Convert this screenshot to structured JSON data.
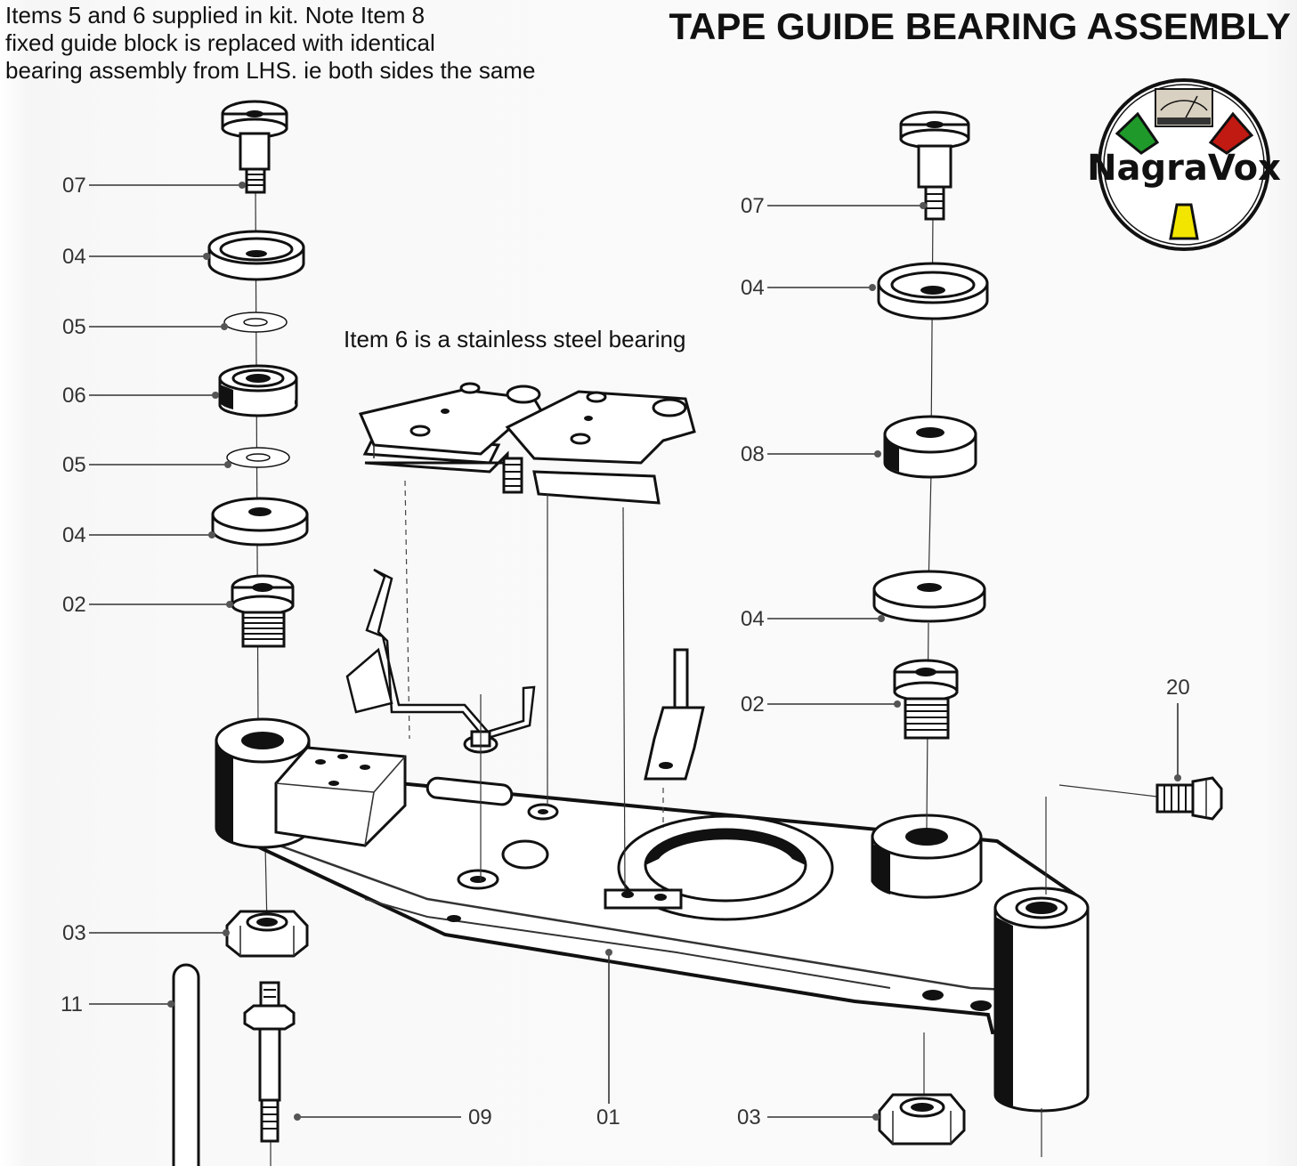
{
  "header": {
    "note_lines": [
      "Items 5 and 6 supplied in kit. Note Item 8",
      "fixed guide block is replaced with identical",
      "bearing assembly from LHS. ie both sides the same"
    ],
    "title": "TAPE GUIDE BEARING ASSEMBLY"
  },
  "callout": "Item 6  is a stainless steel bearing",
  "logo": {
    "text": "NagraVox",
    "colors": {
      "left_segment": "#1f9a2a",
      "right_segment": "#c01a12",
      "bottom_segment": "#f2e600"
    }
  },
  "left_stack_labels": [
    "07",
    "04",
    "05",
    "06",
    "05",
    "04",
    "02",
    "03",
    "11",
    "09"
  ],
  "right_stack_labels": [
    "07",
    "04",
    "08",
    "04",
    "02",
    "03",
    "20"
  ],
  "bottom_labels": [
    "01"
  ]
}
